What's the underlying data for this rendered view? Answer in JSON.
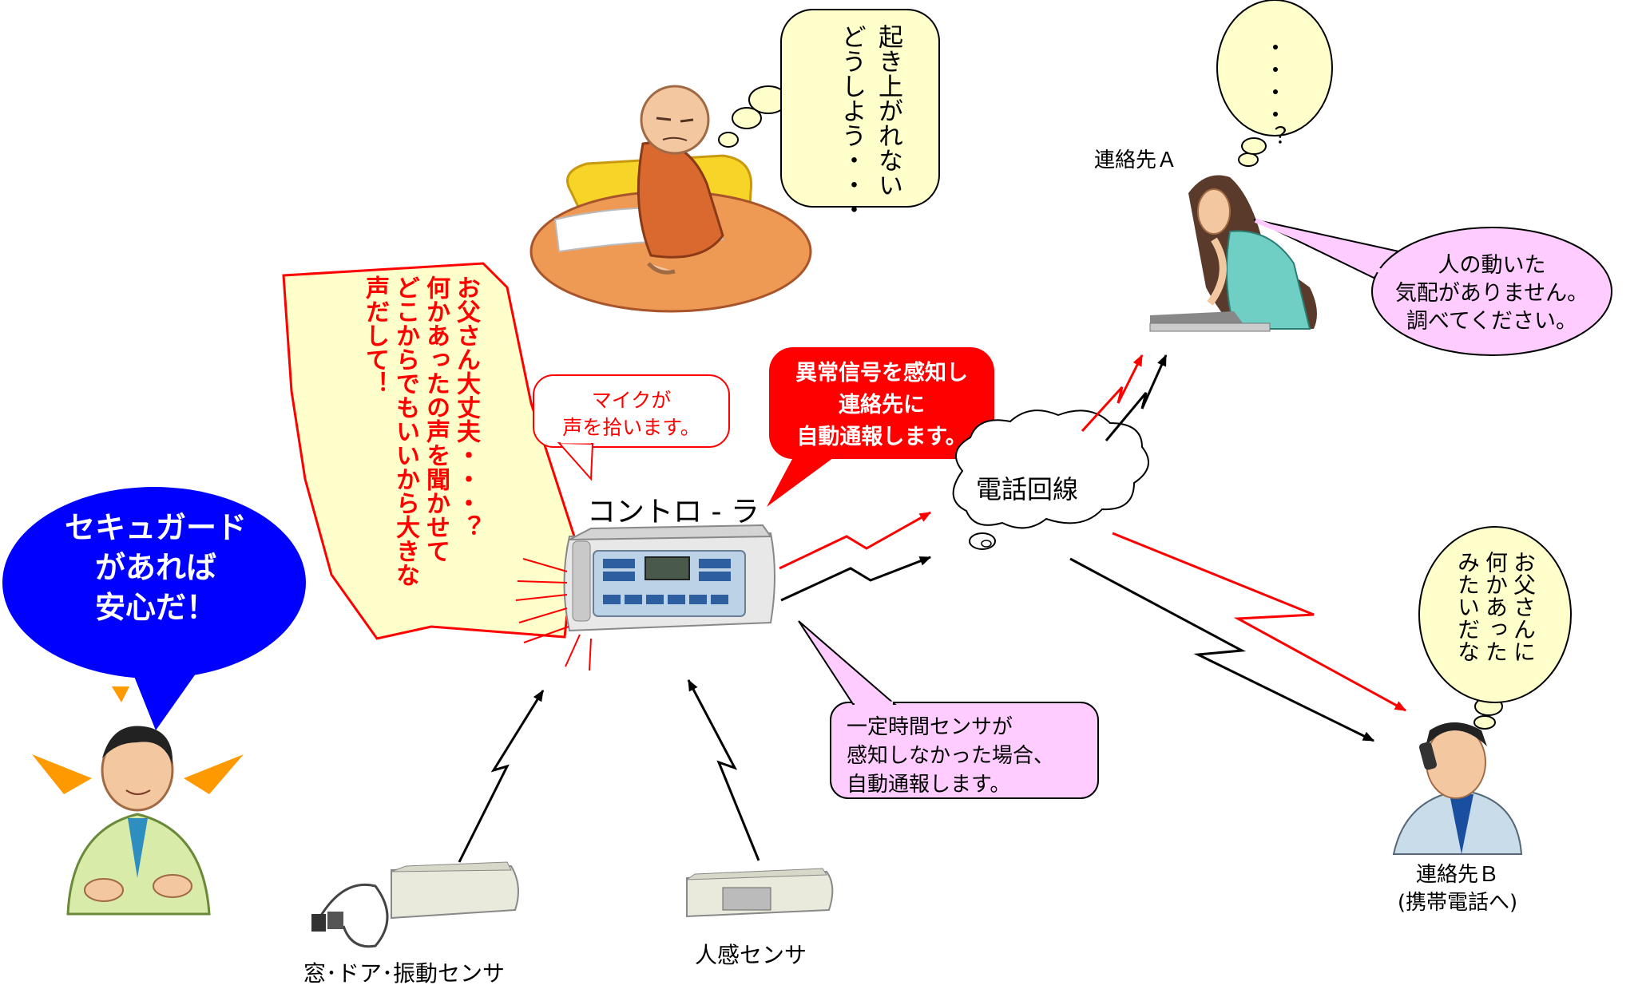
{
  "elder_thought": [
    "起き上がれない",
    "どうしよう・・・"
  ],
  "contact_a": {
    "label": "連絡先Ａ",
    "thought": "・・・・？",
    "message": [
      "人の動いた",
      "気配がありません。",
      "調べてください。"
    ]
  },
  "contact_b": {
    "label": "連絡先Ｂ",
    "sublabel": "(携帯電話へ)",
    "thought": [
      "お父さんに",
      "何かあった",
      "みたいだな"
    ]
  },
  "son_bubble": [
    "セキュガード",
    "があれば",
    "安心だ！"
  ],
  "son_voice": [
    "お父さん大丈夫・・・？",
    "何かあったの声を聞かせて",
    "どこからでもいいから大きな",
    "声だして！"
  ],
  "mic_note": [
    "マイクが",
    "声を拾います。"
  ],
  "alert_note": [
    "異常信号を感知し",
    "連絡先に",
    "自動通報します。"
  ],
  "controller_label": "コントロ - ラ",
  "phone_line_label": "電話回線",
  "timer_note": [
    "一定時間センサが",
    "感知しなかった場合、",
    "自動通報します。"
  ],
  "sensor_window_label": "窓･ドア･振動センサ",
  "sensor_motion_label": "人感センサ",
  "colors": {
    "red": "#ff0000",
    "blue_bubble": "#0000ff",
    "yellow_bubble": "#ffffcc",
    "pink_bubble": "#ffccff",
    "orange_accent": "#ff9900"
  }
}
